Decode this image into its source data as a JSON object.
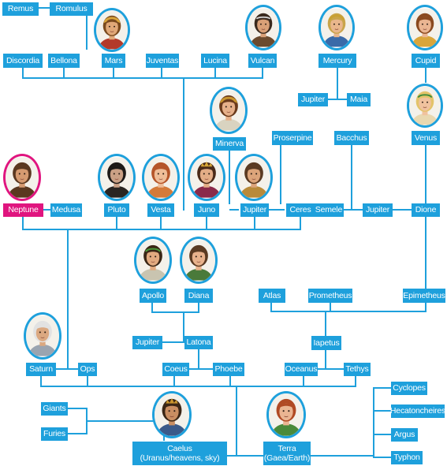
{
  "accent_color": "#1ea0dc",
  "highlight_color": "#e0157f",
  "nodes": {
    "remus": "Remus",
    "romulus": "Romulus",
    "discordia": "Discordia",
    "bellona": "Bellona",
    "mars": "Mars",
    "juventas": "Juventas",
    "lucina": "Lucina",
    "vulcan": "Vulcan",
    "mercury": "Mercury",
    "cupid": "Cupid",
    "jupiter_maia": "Jupiter",
    "maia": "Maia",
    "minerva": "Minerva",
    "proserpine": "Proserpine",
    "bacchus": "Bacchus",
    "venus": "Venus",
    "neptune": "Neptune",
    "medusa": "Medusa",
    "pluto": "Pluto",
    "vesta": "Vesta",
    "juno": "Juno",
    "jupiter_main": "Jupiter",
    "ceres": "Ceres",
    "semele": "Semele",
    "jupiter_semele": "Jupiter",
    "dione": "Dione",
    "apollo": "Apollo",
    "diana": "Diana",
    "atlas": "Atlas",
    "prometheus": "Prometheus",
    "epimetheus": "Epimetheus",
    "jupiter_latona": "Jupiter",
    "latona": "Latona",
    "iapetus": "Iapetus",
    "saturn": "Saturn",
    "ops": "Ops",
    "coeus": "Coeus",
    "phoebe": "Phoebe",
    "oceanus": "Oceanus",
    "tethys": "Tethys",
    "cyclopes": "Cyclopes",
    "giants": "Giants",
    "hecatoncheires": "Hecatoncheires",
    "furies": "Furies",
    "argus": "Argus",
    "caelus_name": "Caelus",
    "caelus_alias": "(Uranus/heavens, sky)",
    "terra_name": "Terra",
    "terra_alias": "(Gaea/Earth)",
    "typhon": "Typhon"
  },
  "portraits": [
    {
      "id": "mars-portrait",
      "hair": "#7a4a1e",
      "helmet": "#d9a53a",
      "skin": "#e0a878",
      "robe": "#b33a2a"
    },
    {
      "id": "vulcan-portrait",
      "hair": "#3a2a1e",
      "band": "#d8d8d8",
      "skin": "#d9a077",
      "robe": "#6b4a2e"
    },
    {
      "id": "mercury-portrait",
      "hair": "#c9a44a",
      "helmet": "#c8a032",
      "skin": "#e9b68c",
      "robe": "#3a6aa8"
    },
    {
      "id": "cupid-portrait",
      "hair": "#8a4a20",
      "skin": "#eab592",
      "robe": "#d9a53a"
    },
    {
      "id": "minerva-portrait",
      "hair": "#6a3a1c",
      "helmet": "#c9952e",
      "skin": "#e6b08a",
      "robe": "#d9d3c0"
    },
    {
      "id": "venus-portrait",
      "hair": "#e3c36a",
      "wreath": "#3a8a3a",
      "skin": "#f0c29e",
      "robe": "#e8d8b0"
    },
    {
      "id": "neptune-portrait",
      "hair": "#5a3820",
      "skin": "#d59a70",
      "robe": "#5a3820"
    },
    {
      "id": "pluto-portrait",
      "hair": "#1e1a18",
      "skin": "#caa085",
      "robe": "#2a2522"
    },
    {
      "id": "vesta-portrait",
      "hair": "#b5552a",
      "skin": "#efbd98",
      "robe": "#d47a3a"
    },
    {
      "id": "juno-portrait",
      "hair": "#4a2a18",
      "crown": "#d6a635",
      "skin": "#e3ad86",
      "robe": "#8a2a4a"
    },
    {
      "id": "jupiter-portrait",
      "hair": "#5a3a22",
      "skin": "#dca47a",
      "robe": "#b88a3a"
    },
    {
      "id": "apollo-portrait",
      "hair": "#3a2616",
      "wreath": "#4a9a3a",
      "skin": "#e2aa80",
      "robe": "#c9c4b0"
    },
    {
      "id": "diana-portrait",
      "hair": "#5a3a22",
      "skin": "#e8b28c",
      "robe": "#4a7a3a"
    },
    {
      "id": "saturn-portrait",
      "hair": "#e2e2e2",
      "skin": "#dba880",
      "robe": "#9aa4b0"
    },
    {
      "id": "caelus-portrait",
      "hair": "#3a2616",
      "crown": "#c9952e",
      "skin": "#c98e62",
      "robe": "#3a5a8a"
    },
    {
      "id": "terra-portrait",
      "hair": "#b04a24",
      "skin": "#eab592",
      "robe": "#4a8a3a"
    }
  ]
}
